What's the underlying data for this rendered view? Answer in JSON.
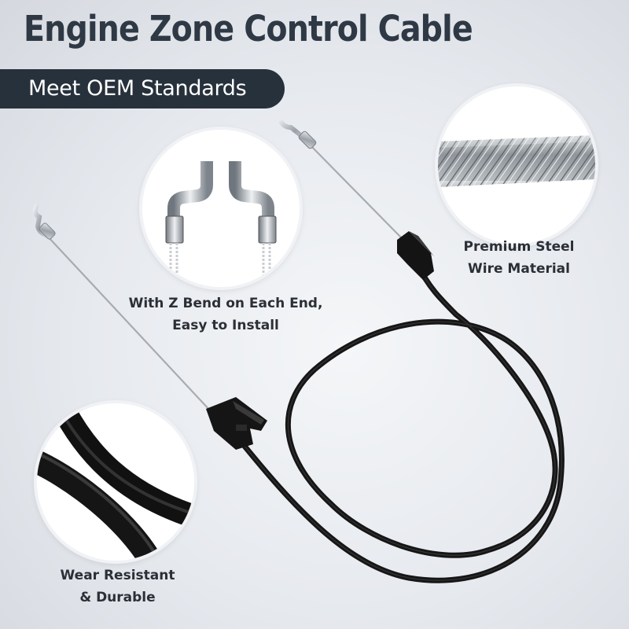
{
  "header": {
    "title": "Engine Zone Control Cable",
    "subtitle": "Meet OEM Standards"
  },
  "features": [
    {
      "label_line1": "With Z Bend on Each End,",
      "label_line2": "Easy to Install",
      "icon": "z-bend-ends-icon"
    },
    {
      "label_line1": "Premium Steel",
      "label_line2": "Wire Material",
      "icon": "steel-wire-icon"
    },
    {
      "label_line1": "Wear Resistant",
      "label_line2": "& Durable",
      "icon": "cable-jacket-icon"
    }
  ],
  "colors": {
    "title": "#2f3945",
    "banner_bg": "#27313c",
    "banner_text": "#ffffff",
    "cable_jacket": "#1a1a1a",
    "steel_wire": "#9ea3a8"
  }
}
